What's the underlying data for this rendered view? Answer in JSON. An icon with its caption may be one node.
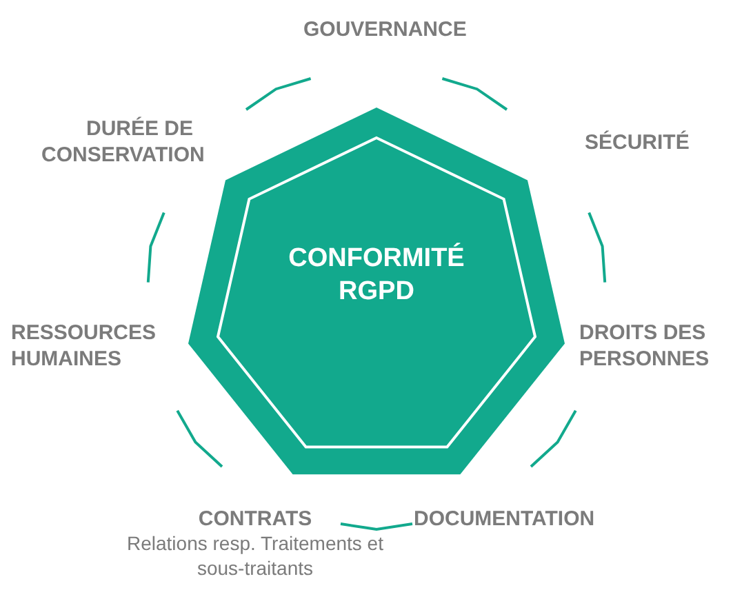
{
  "diagram": {
    "nodes": [
      {
        "text": [
          "CONFORMITÉ RGPD"
        ]
      }
    ],
    "labels": [
      "GOUVERNANCE",
      "DURÉE DE CONSERVATION",
      "SÉCURITÉ",
      "RESSOURCES HUMAINES",
      "DROITS DES PERSONNES",
      "CONTRATS",
      "Relations resp. Traitements et sous-traitants",
      "DOCUMENTATION"
    ]
  }
}
